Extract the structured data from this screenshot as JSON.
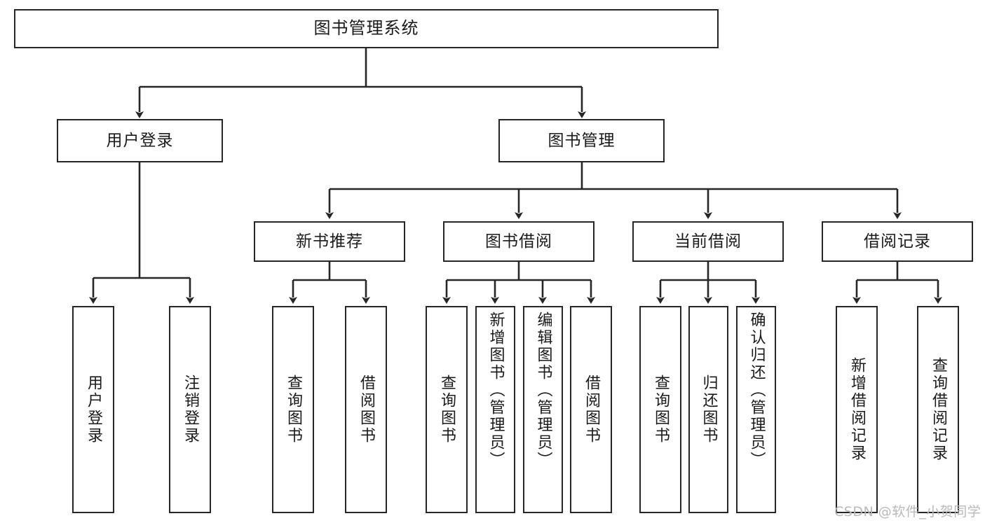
{
  "diagram": {
    "type": "tree",
    "title": "图书管理系统",
    "watermark": "CSDN @软件_小贺同学",
    "colors": {
      "border": "#262626",
      "background": "#ffffff",
      "text": "#1a1a1a",
      "watermark": "#b9b9b9"
    },
    "nodes": {
      "root": {
        "label": "图书管理系统",
        "level": 0
      },
      "l1": [
        {
          "id": "user-login",
          "label": "用户登录",
          "level": 1
        },
        {
          "id": "book-manage",
          "label": "图书管理",
          "level": 1
        }
      ],
      "l2": [
        {
          "id": "new-book-rec",
          "label": "新书推荐",
          "level": 2,
          "parent": "book-manage"
        },
        {
          "id": "book-borrow",
          "label": "图书借阅",
          "level": 2,
          "parent": "book-manage"
        },
        {
          "id": "current-borrow",
          "label": "当前借阅",
          "level": 2,
          "parent": "book-manage"
        },
        {
          "id": "borrow-record",
          "label": "借阅记录",
          "level": 2,
          "parent": "book-manage"
        }
      ],
      "leaves": [
        {
          "id": "leaf-user-login",
          "label": "用户登录",
          "parent": "user-login"
        },
        {
          "id": "leaf-user-logout",
          "label": "注销登录",
          "parent": "user-login"
        },
        {
          "id": "leaf-query-book-rec",
          "label": "查询图书",
          "parent": "new-book-rec"
        },
        {
          "id": "leaf-borrow-book-rec",
          "label": "借阅图书",
          "parent": "new-book-rec"
        },
        {
          "id": "leaf-query-book-borrow",
          "label": "查询图书",
          "parent": "book-borrow"
        },
        {
          "id": "leaf-add-book",
          "label": "新增图书（管理员）",
          "parent": "book-borrow"
        },
        {
          "id": "leaf-edit-book",
          "label": "编辑图书（管理员）",
          "parent": "book-borrow"
        },
        {
          "id": "leaf-borrow-book",
          "label": "借阅图书",
          "parent": "book-borrow"
        },
        {
          "id": "leaf-query-book-cur",
          "label": "查询图书",
          "parent": "current-borrow"
        },
        {
          "id": "leaf-return-book",
          "label": "归还图书",
          "parent": "current-borrow"
        },
        {
          "id": "leaf-confirm-return",
          "label": "确认归还（管理员）",
          "parent": "current-borrow"
        },
        {
          "id": "leaf-add-record",
          "label": "新增借阅记录",
          "parent": "borrow-record"
        },
        {
          "id": "leaf-query-record",
          "label": "查询借阅记录",
          "parent": "borrow-record"
        }
      ]
    }
  }
}
